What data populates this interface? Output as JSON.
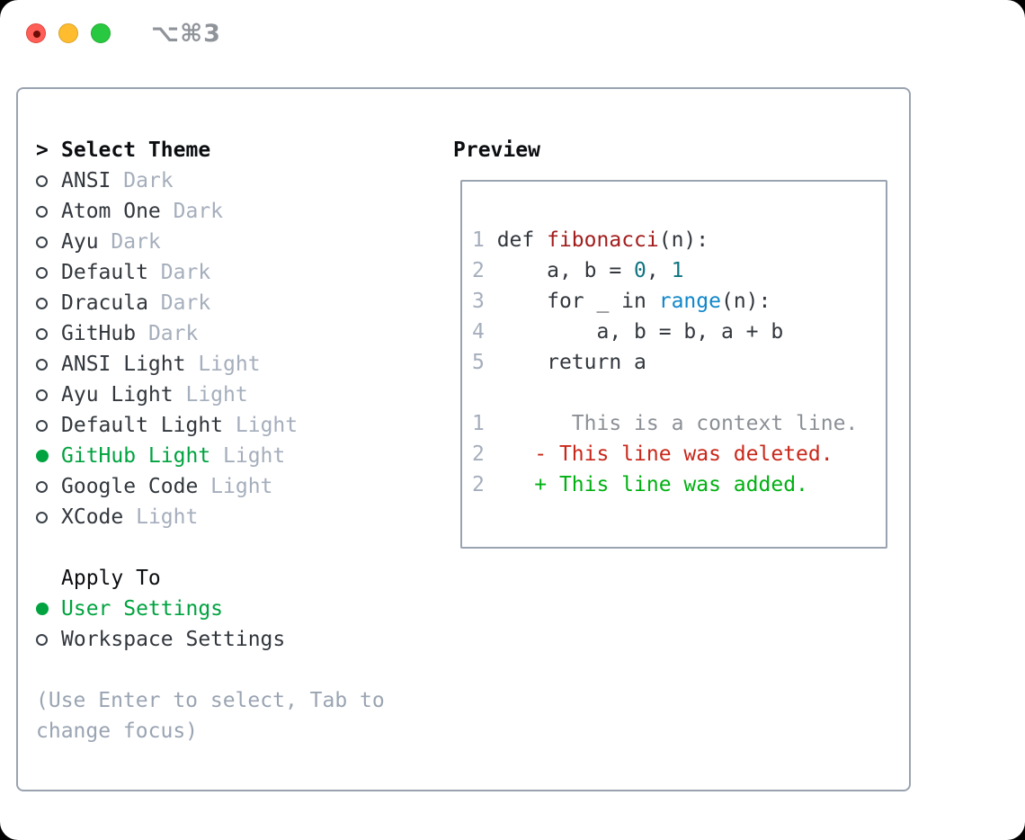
{
  "titlebar": {
    "title": "⌥⌘3",
    "icons": [
      "close-icon",
      "minimize-icon",
      "zoom-icon"
    ]
  },
  "theme_picker": {
    "header_marker": ">",
    "header": "Select Theme",
    "themes": [
      {
        "name": "ANSI",
        "tag": "Dark",
        "selected": false
      },
      {
        "name": "Atom One",
        "tag": "Dark",
        "selected": false
      },
      {
        "name": "Ayu",
        "tag": "Dark",
        "selected": false
      },
      {
        "name": "Default",
        "tag": "Dark",
        "selected": false
      },
      {
        "name": "Dracula",
        "tag": "Dark",
        "selected": false
      },
      {
        "name": "GitHub",
        "tag": "Dark",
        "selected": false
      },
      {
        "name": "ANSI Light",
        "tag": "Light",
        "selected": false
      },
      {
        "name": "Ayu Light",
        "tag": "Light",
        "selected": false
      },
      {
        "name": "Default Light",
        "tag": "Light",
        "selected": false
      },
      {
        "name": "GitHub Light",
        "tag": "Light",
        "selected": true
      },
      {
        "name": "Google Code",
        "tag": "Light",
        "selected": false
      },
      {
        "name": "XCode",
        "tag": "Light",
        "selected": false
      }
    ],
    "apply_to": {
      "header": "Apply To",
      "options": [
        {
          "label": "User Settings",
          "selected": true
        },
        {
          "label": "Workspace Settings",
          "selected": false
        }
      ]
    },
    "hint": "(Use Enter to select, Tab to change focus)"
  },
  "preview": {
    "header": "Preview",
    "code_lines": [
      [
        {
          "c": "ln",
          "t": "1"
        },
        {
          "c": "t",
          "t": " def "
        },
        {
          "c": "fn",
          "t": "fibonacci"
        },
        {
          "c": "t",
          "t": "(n):"
        }
      ],
      [
        {
          "c": "ln",
          "t": "2"
        },
        {
          "c": "t",
          "t": "     a, b = "
        },
        {
          "c": "num",
          "t": "0"
        },
        {
          "c": "t",
          "t": ", "
        },
        {
          "c": "num",
          "t": "1"
        }
      ],
      [
        {
          "c": "ln",
          "t": "3"
        },
        {
          "c": "t",
          "t": "     for _ in "
        },
        {
          "c": "call",
          "t": "range"
        },
        {
          "c": "t",
          "t": "(n):"
        }
      ],
      [
        {
          "c": "ln",
          "t": "4"
        },
        {
          "c": "t",
          "t": "         a, b = b, a + b"
        }
      ],
      [
        {
          "c": "ln",
          "t": "5"
        },
        {
          "c": "t",
          "t": "     return a"
        }
      ],
      [],
      [
        {
          "c": "ln",
          "t": "1"
        },
        {
          "c": "ctx",
          "t": "       This is a context line."
        }
      ],
      [
        {
          "c": "ln",
          "t": "2"
        },
        {
          "c": "del",
          "t": "    - This line was deleted."
        }
      ],
      [
        {
          "c": "ln",
          "t": "2"
        },
        {
          "c": "add",
          "t": "    + This line was added."
        }
      ]
    ]
  },
  "colors": {
    "text": "#32373d",
    "dim": "#a5aebc",
    "hint": "#9aa4b2",
    "border": "#9aa3b0",
    "sel": "#00a33f",
    "fn": "#a31d1d",
    "num": "#0e7580",
    "call": "#1087c9",
    "ctx": "#8b9096",
    "del": "#c9271a",
    "add": "#00b112",
    "title": "#8f939a",
    "red_light": "#ff5f57",
    "yellow_light": "#febc2e",
    "green_light": "#28c840"
  }
}
